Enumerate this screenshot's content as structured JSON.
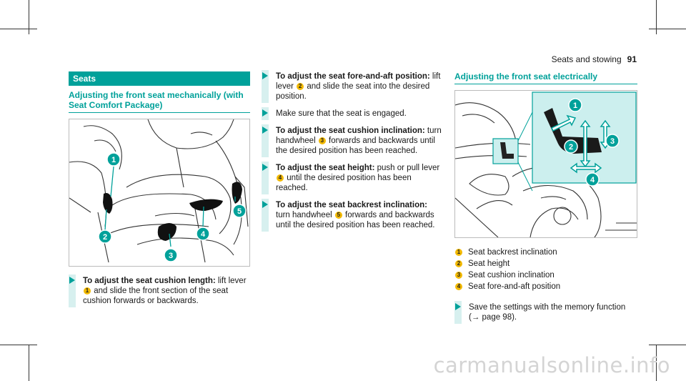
{
  "page_header": {
    "section_title": "Seats and stowing",
    "page_number": "91"
  },
  "left_column": {
    "section_bar": "Seats",
    "heading": "Adjusting the front seat mechanically (with Seat Comfort Package)",
    "callouts": [
      "1",
      "2",
      "3",
      "4",
      "5"
    ],
    "instruction": {
      "bold": "To adjust the seat cushion length:",
      "parts": [
        " lift lever ",
        "1",
        " and slide the front section of the seat cushion forwards or backwards."
      ]
    }
  },
  "middle_column": {
    "instructions": [
      {
        "bold": "To adjust the seat fore-and-aft position:",
        "parts": [
          " lift lever ",
          "2",
          " and slide the seat into the desired position."
        ]
      },
      {
        "bold": "",
        "parts": [
          "Make sure that the seat is engaged."
        ]
      },
      {
        "bold": "To adjust the seat cushion inclination:",
        "parts": [
          " turn handwheel ",
          "3",
          " forwards and backwards until the desired position has been reached."
        ]
      },
      {
        "bold": "To adjust the seat height:",
        "parts": [
          " push or pull lever ",
          "4",
          " until the desired position has been reached."
        ]
      },
      {
        "bold": "To adjust the seat backrest inclination:",
        "parts": [
          " turn handwheel ",
          "5",
          " forwards and backwards until the desired position has been reached."
        ]
      }
    ]
  },
  "right_column": {
    "heading": "Adjusting the front seat electrically",
    "callouts": [
      "1",
      "2",
      "3",
      "4"
    ],
    "legend": [
      {
        "num": "1",
        "text": "Seat backrest inclination"
      },
      {
        "num": "2",
        "text": "Seat height"
      },
      {
        "num": "3",
        "text": "Seat cushion inclination"
      },
      {
        "num": "4",
        "text": "Seat fore-and-aft position"
      }
    ],
    "instruction": {
      "line1": "Save the settings with the memory function",
      "line2": "(→ page 98)."
    }
  },
  "watermark": "carmanualsonline.info",
  "colors": {
    "accent": "#00a19a",
    "callout_yellow": "#f2b900",
    "highlight": "#ccefee"
  }
}
